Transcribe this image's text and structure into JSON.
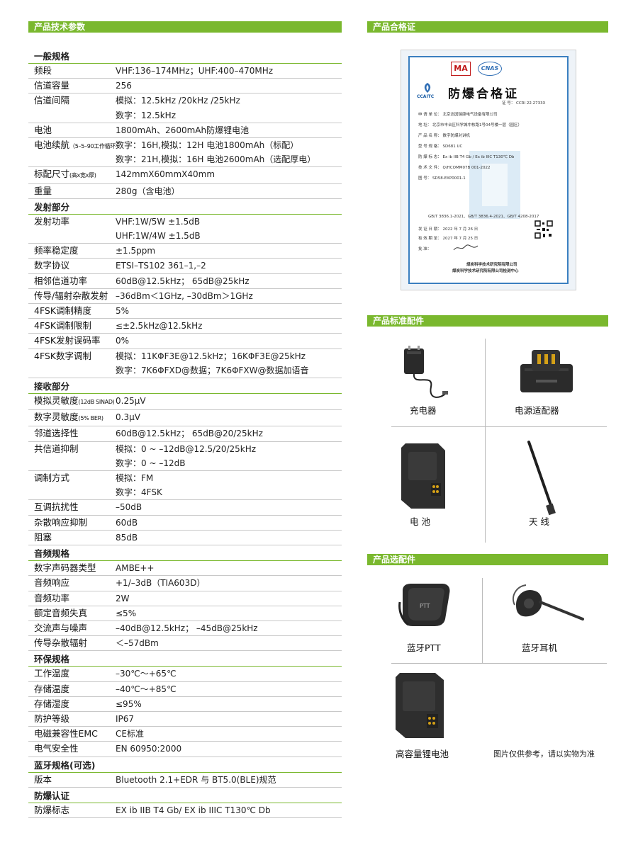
{
  "left": {
    "header": "产品技术参数",
    "sections": [
      {
        "title": "一般规格",
        "rows": [
          {
            "label": "频段",
            "values": [
              "VHF:136–174MHz；UHF:400–470MHz"
            ]
          },
          {
            "label": "信道容量",
            "values": [
              "256"
            ]
          },
          {
            "label": "信道间隔",
            "values": [
              "模拟：12.5kHz /20kHz /25kHz",
              "数字：12.5kHz"
            ]
          },
          {
            "label": "电池",
            "values": [
              "1800mAh、2600mAh防爆锂电池"
            ]
          },
          {
            "label": "电池续航",
            "label_small": "（5–5–90工作循环）",
            "values": [
              "数字：16H,模拟：12H 电池1800mAh（标配）",
              "数字：21H,模拟：16H 电池2600mAh（选配厚电）"
            ]
          },
          {
            "label": "标配尺寸",
            "label_small": "(高x宽x厚)",
            "values": [
              "142mmX60mmX40mm"
            ]
          },
          {
            "label": "重量",
            "values": [
              "280g（含电池）"
            ]
          }
        ]
      },
      {
        "title": "发射部分",
        "rows": [
          {
            "label": "发射功率",
            "values": [
              "VHF:1W/5W ±1.5dB",
              "UHF:1W/4W ±1.5dB"
            ]
          },
          {
            "label": "频率稳定度",
            "values": [
              "±1.5ppm"
            ]
          },
          {
            "label": "数字协议",
            "values": [
              "ETSI–TS102 361–1,–2"
            ]
          },
          {
            "label": "相邻信道功率",
            "values": [
              "60dB@12.5kHz； 65dB@25kHz"
            ]
          },
          {
            "label": "传导/辐射杂散发射",
            "values": [
              "–36dBm＜1GHz, –30dBm＞1GHz"
            ]
          },
          {
            "label": "4FSK调制精度",
            "values": [
              "5%"
            ]
          },
          {
            "label": "4FSK调制限制",
            "values": [
              "≤±2.5kHz@12.5kHz"
            ]
          },
          {
            "label": "4FSK发射误码率",
            "values": [
              "0%"
            ]
          },
          {
            "label": "4FSK数字调制",
            "values": [
              "模拟：11KΦF3E@12.5kHz；16KΦF3E@25kHz",
              "数字：7K6ΦFXD@数据；7K6ΦFXW@数据加语音"
            ]
          }
        ]
      },
      {
        "title": "接收部分",
        "rows": [
          {
            "label": "模拟灵敏度",
            "label_small": "(12dB SINAD)",
            "values": [
              "0.25μV"
            ]
          },
          {
            "label": "数字灵敏度",
            "label_small": "(5% BER)",
            "values": [
              "0.3μV"
            ]
          },
          {
            "label": "邻道选择性",
            "values": [
              "60dB@12.5kHz； 65dB@20/25kHz"
            ]
          },
          {
            "label": "共信道抑制",
            "values": [
              "模拟：0 ~ –12dB@12.5/20/25kHz",
              "数字：0 ~ –12dB"
            ]
          },
          {
            "label": "调制方式",
            "values": [
              "模拟：FM",
              "数字：4FSK"
            ]
          },
          {
            "label": "互调抗扰性",
            "values": [
              "–50dB"
            ]
          },
          {
            "label": "杂散响应抑制",
            "values": [
              "60dB"
            ]
          },
          {
            "label": "阻塞",
            "values": [
              "85dB"
            ]
          }
        ]
      },
      {
        "title": "音频规格",
        "rows": [
          {
            "label": "数字声码器类型",
            "values": [
              "AMBE++"
            ]
          },
          {
            "label": "音频响应",
            "values": [
              "+1/–3dB（TIA603D）"
            ]
          },
          {
            "label": "音频功率",
            "values": [
              "2W"
            ]
          },
          {
            "label": "额定音频失真",
            "values": [
              "≤5%"
            ]
          },
          {
            "label": "交流声与噪声",
            "values": [
              "–40dB@12.5kHz； –45dB@25kHz"
            ]
          },
          {
            "label": "传导杂散辐射",
            "values": [
              "＜–57dBm"
            ]
          }
        ]
      },
      {
        "title": "环保规格",
        "rows": [
          {
            "label": "工作温度",
            "values": [
              "–30℃～+65℃"
            ]
          },
          {
            "label": "存储温度",
            "values": [
              "–40℃～+85℃"
            ]
          },
          {
            "label": "存储湿度",
            "values": [
              "≤95%"
            ]
          },
          {
            "label": "防护等级",
            "values": [
              "IP67"
            ]
          },
          {
            "label": "电磁兼容性EMC",
            "values": [
              "CE标准"
            ]
          },
          {
            "label": "电气安全性",
            "values": [
              "EN 60950:2000"
            ]
          }
        ]
      },
      {
        "title": "蓝牙规格(可选)",
        "rows": [
          {
            "label": "版本",
            "values": [
              "Bluetooth 2.1+EDR 与 BT5.0(BLE)规范"
            ]
          }
        ]
      },
      {
        "title": "防爆认证",
        "rows": [
          {
            "label": "防爆标志",
            "values": [
              "EX ib IIB T4 Gb/ EX ib IIIC T130℃ Db"
            ]
          }
        ]
      }
    ]
  },
  "right": {
    "cert_header": "产品合格证",
    "certificate": {
      "ma": "MA",
      "cnas": "CNAS",
      "brand": "CCAITC",
      "title": "防爆合格证",
      "cert_no": "证 号： CCRI 22.2733X",
      "applicant": "申 请 单 位： 北京达因瑞康电气设备有限公司",
      "address": "地 址： 北京市丰台区科学城中核路1号04号楼一层（园区）",
      "product": "产 品 名 称： 数字防爆对讲机",
      "model": "型 号 规 格： SD681 UC",
      "ex_mark": "防 爆 标 志： Ex ib IIB T4 Gb / Ex ib IIIC T130℃ Db",
      "tech_doc": "技 术 文 件： Q/HCOMM07B 001-2022",
      "drawing": "图 号： SD58-EXP0001-1",
      "standards": "GB/T 3836.1-2021、GB/T 3836.4-2021、GB/T 4208-2017",
      "issue_date": "发 证 日 期： 2022 年 7 月 26 日",
      "expire_date": "有 效 期 至： 2027 年 7 月 25 日",
      "approver": "批 准：",
      "org1": "煤炭科学技术研究院有限公司",
      "org2": "煤炭科学技术研究院有限公司检测中心"
    },
    "std_header": "产品标准配件",
    "std_items": [
      "充电器",
      "电源适配器",
      "电 池",
      "天 线"
    ],
    "opt_header": "产品选配件",
    "opt_items": [
      "蓝牙PTT",
      "蓝牙耳机",
      "高容量锂电池"
    ],
    "note": "图片仅供参考，请以实物为准"
  }
}
